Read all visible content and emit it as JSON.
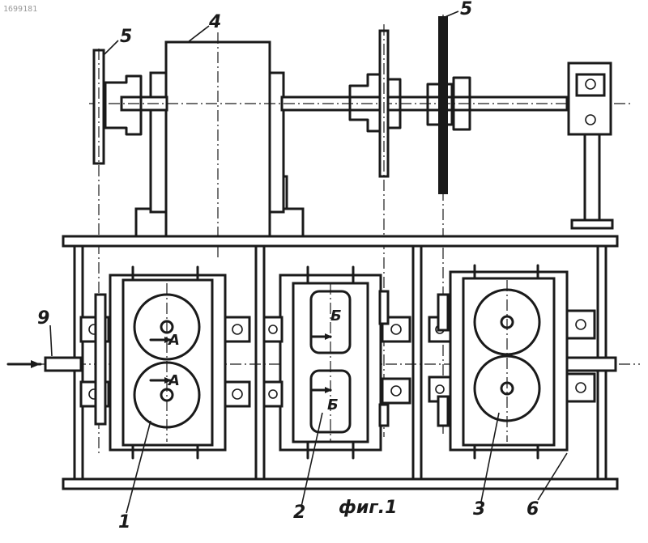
{
  "figure": {
    "corner_code": "1699181",
    "caption": "фиг.1",
    "labels": {
      "stand_1": "1",
      "stand_2": "2",
      "stand_3": "3",
      "gearbox": "4",
      "sprocket_left": "5",
      "sprocket_right": "5",
      "frame": "6",
      "strip": "9",
      "section_a_top": "А",
      "section_a_bottom": "А",
      "section_b_top": "Б",
      "section_b_bottom": "Б"
    }
  }
}
